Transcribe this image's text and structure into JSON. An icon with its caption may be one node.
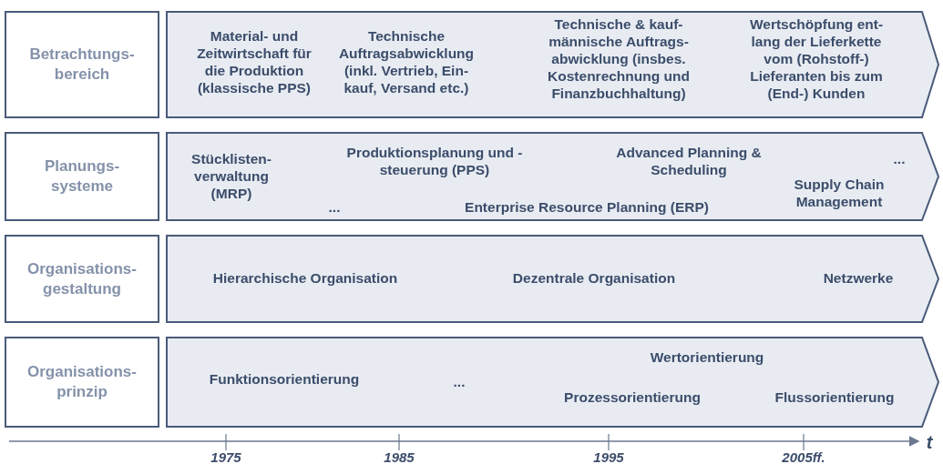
{
  "diagram": {
    "nodes": [
      {
        "text": [
          "Betrachtungs- bereich"
        ]
      },
      {
        "text": [
          "Material- und Zeitwirtschaft für die Produktion (klassische PPS)",
          "Technische Auftragsabwicklung (inkl. Vertrieb, Ein- kauf, Versand etc.)",
          "Technische & kauf- männische Auftrags- abwicklung (insbes. Kostenrechnung und Finanzbuchhaltung)",
          "Wertschöpfung ent- lang der Lieferkette vom (Rohstoff-) Lieferanten bis zum (End-) Kunden"
        ]
      },
      {
        "text": [
          "Planungs- systeme"
        ]
      },
      {
        "text": [
          "Stücklisten- verwaltung (MRP)",
          "Produktionsplanung und -steuerung (PPS)",
          "Advanced Planning & Scheduling",
          "...",
          "...",
          "Enterprise Resource Planning (ERP)",
          "Supply Chain Management"
        ]
      },
      {
        "text": [
          "Organisations- gestaltung"
        ]
      },
      {
        "text": [
          "Hierarchische Organisation",
          "Dezentrale Organisation",
          "Netzwerke"
        ]
      },
      {
        "text": [
          "Organisations- prinzip"
        ]
      },
      {
        "text": [
          "Funktionsorientierung",
          "...",
          "Wertorientierung",
          "Prozessorientierung",
          "Flussorientierung"
        ]
      }
    ],
    "edges": [],
    "labels": [
      "1975",
      "1985",
      "1995",
      "2005ff.",
      "t"
    ]
  }
}
